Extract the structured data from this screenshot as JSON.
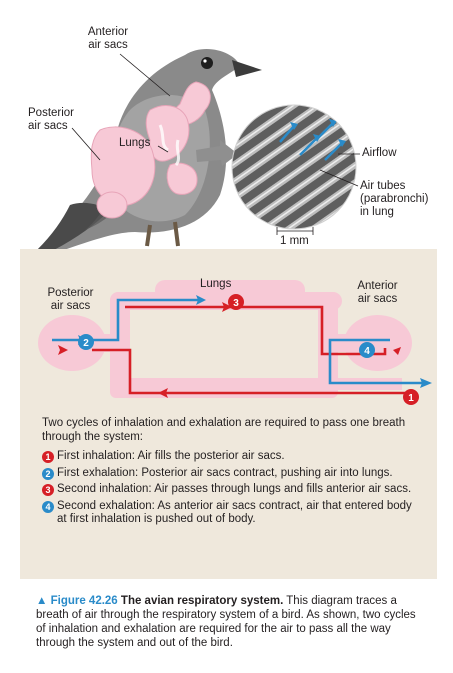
{
  "bird_labels": {
    "anterior_air_sacs": "Anterior\nair sacs",
    "posterior_air_sacs": "Posterior\nair sacs",
    "lungs": "Lungs",
    "airflow": "Airflow",
    "air_tubes": "Air tubes\n(parabronchi)\nin lung",
    "scale": "1 mm"
  },
  "diagram_labels": {
    "posterior_air_sacs": "Posterior\nair sacs",
    "lungs": "Lungs",
    "anterior_air_sacs": "Anterior\nair sacs",
    "markers": {
      "m1": "1",
      "m2": "2",
      "m3": "3",
      "m4": "4"
    }
  },
  "intro": "Two cycles of inhalation and exhalation are required to pass one breath through the system:",
  "steps": [
    {
      "num": "1",
      "text": "First inhalation: Air fills the posterior air sacs."
    },
    {
      "num": "2",
      "text": "First exhalation: Posterior air sacs contract, pushing air into lungs."
    },
    {
      "num": "3",
      "text": "Second inhalation: Air passes through lungs and fills anterior air sacs."
    },
    {
      "num": "4",
      "text": "Second exhalation: As anterior air sacs contract, air that entered body at first inhalation is pushed out of body."
    }
  ],
  "caption": {
    "marker": "▲",
    "figure": "Figure 42.26",
    "title": "The avian respiratory system.",
    "text": "This diagram traces a breath of air through the respiratory system of a bird. As shown, two cycles of inhalation and exhalation are required for the air to pass all the way through the system and out of the bird."
  },
  "colors": {
    "red": "#d61f26",
    "blue": "#2a8bc9",
    "pink": "#f7c9d6",
    "panel": "#efe8dc"
  }
}
